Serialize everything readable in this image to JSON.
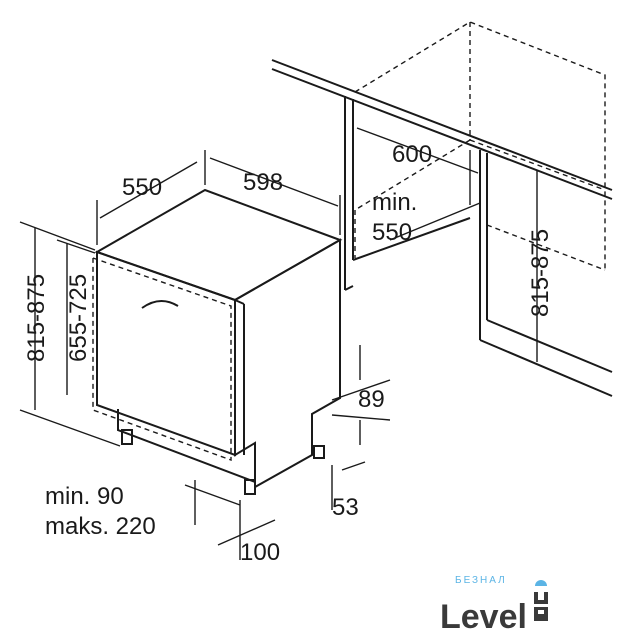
{
  "diagram": {
    "appliance_width": "598",
    "appliance_depth": "550",
    "niche_width": "600",
    "niche_depth_label": "min.",
    "niche_depth_value": "550",
    "niche_height": "815-875",
    "appliance_height": "815-875",
    "door_height": "655-725",
    "plinth_gap": "89",
    "foot_offset": "53",
    "plinth_min": "min. 90",
    "plinth_max": "maks. 220",
    "plinth_depth": "100"
  },
  "logo": {
    "main": "Level",
    "suffix": "UP",
    "sub": "БЕЗНАЛ",
    "accent_color": "#5bb4e5"
  }
}
